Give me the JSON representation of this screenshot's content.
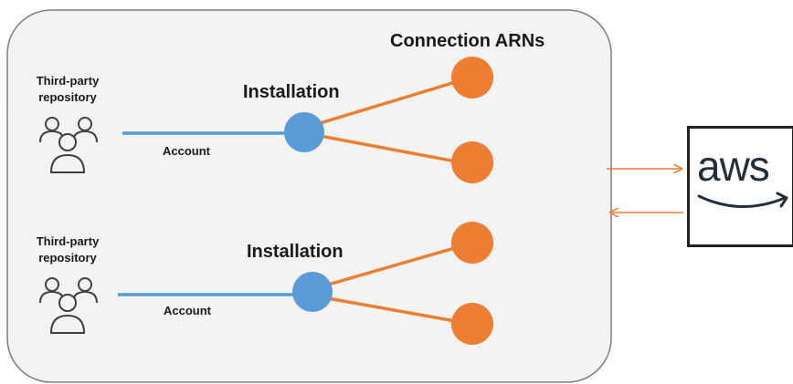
{
  "diagram": {
    "title_connection_arns": "Connection ARNs",
    "groups": [
      {
        "repo_label_line1": "Third-party",
        "repo_label_line2": "repository",
        "installation_label": "Installation",
        "account_label": "Account"
      },
      {
        "repo_label_line1": "Third-party",
        "repo_label_line2": "repository",
        "installation_label": "Installation",
        "account_label": "Account"
      }
    ],
    "aws_logo_text": "aws",
    "colors": {
      "container_fill": "#f3f3f3",
      "container_stroke": "#7f7f7f",
      "account_line": "#5b9bd5",
      "installation_node": "#5b9bd5",
      "connection_node": "#ed7d31",
      "connection_line": "#ed7d31",
      "arrow": "#ed7d31",
      "icon_stroke": "#404040"
    },
    "icons": {
      "users": "users-group-icon",
      "aws": "aws-logo-icon"
    }
  }
}
